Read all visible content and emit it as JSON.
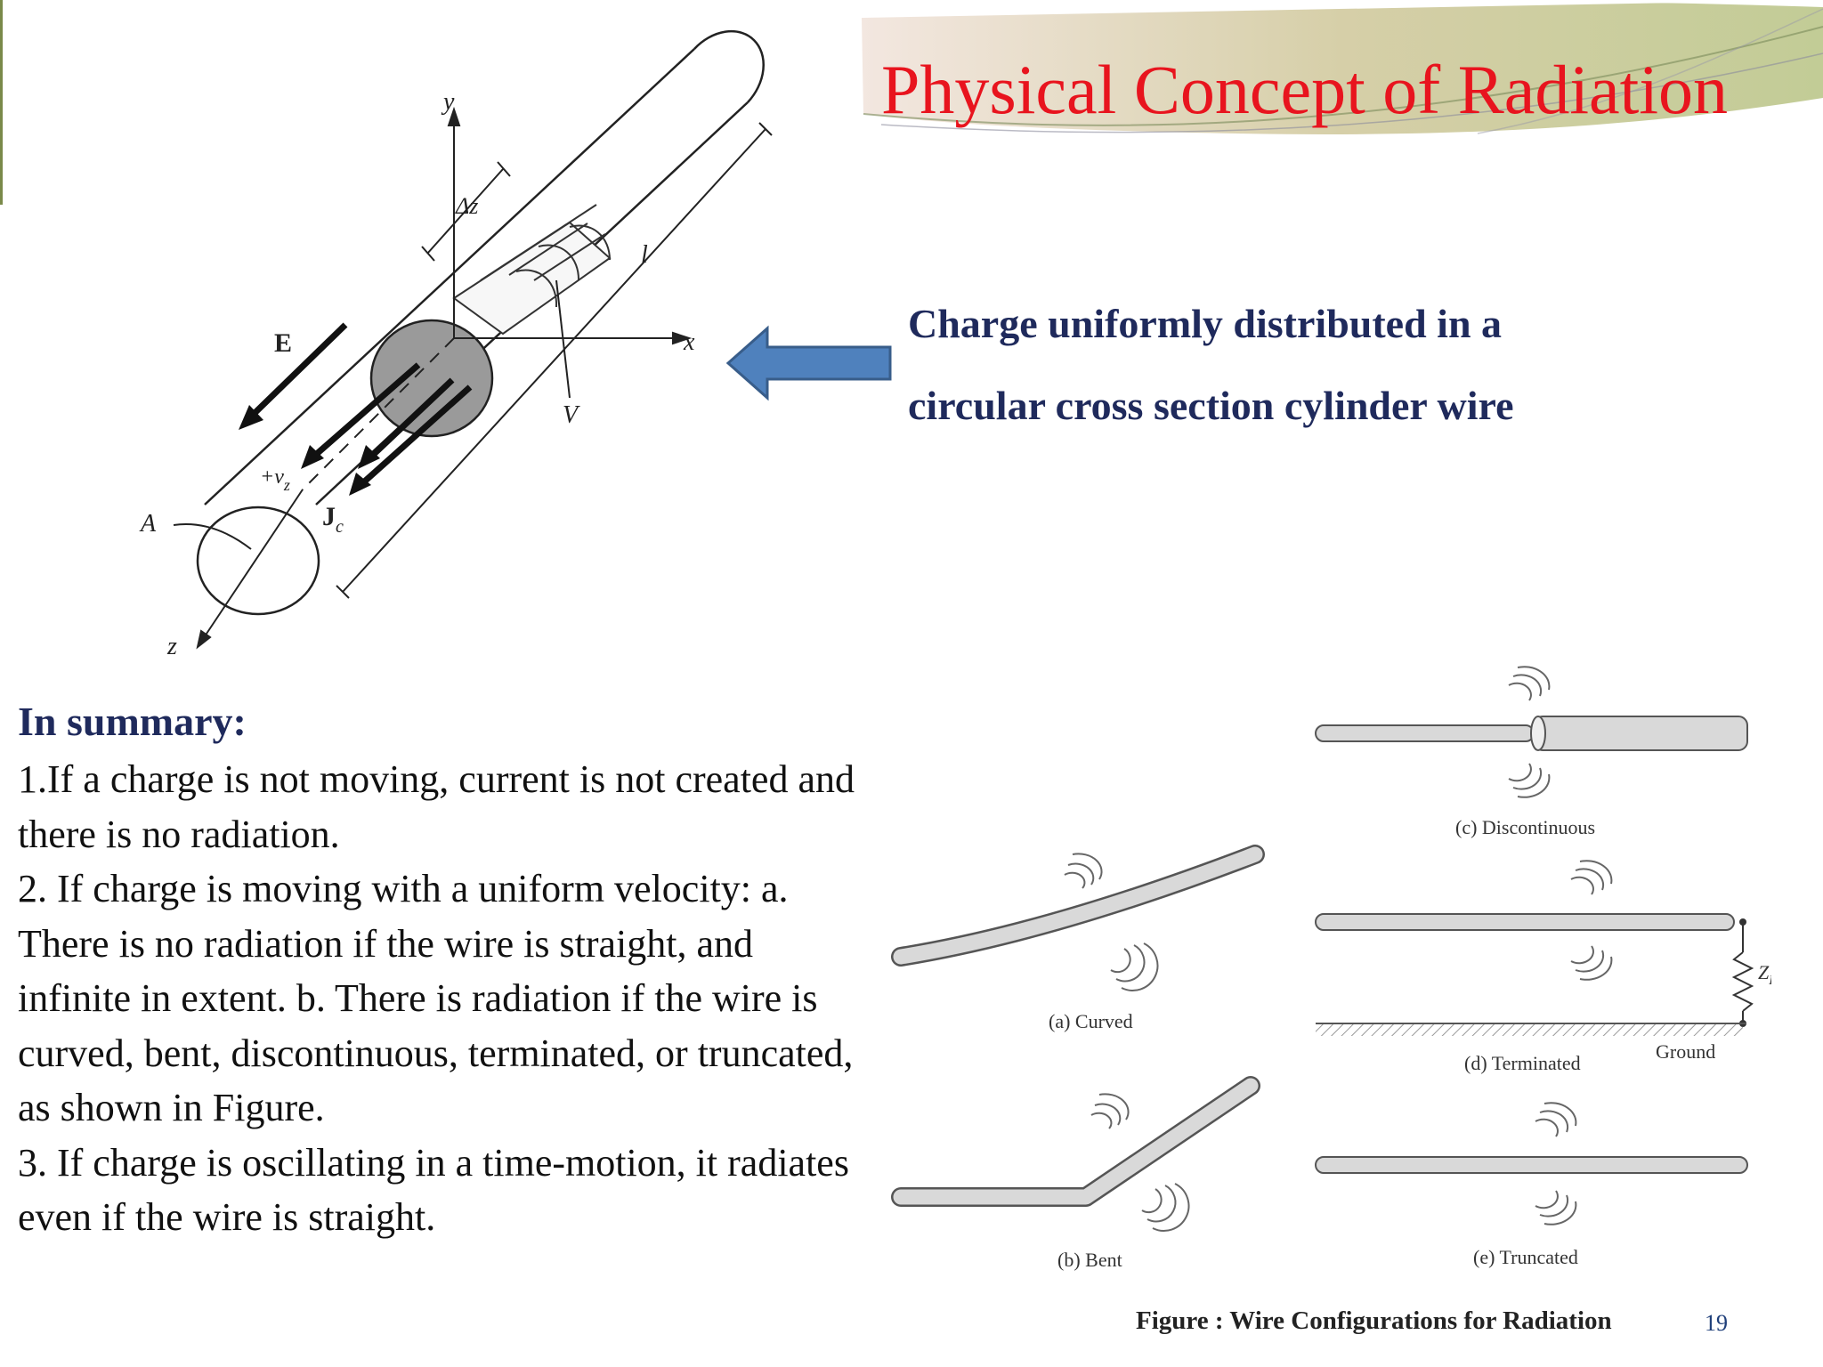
{
  "title": "Physical Concept of Radiation",
  "charge_description": {
    "line1": "Charge uniformly distributed in a",
    "line2": "circular cross section cylinder wire"
  },
  "cylinder_figure": {
    "labels": {
      "y": "y",
      "x": "x",
      "z": "z",
      "E": "E",
      "delta_z": "Δz",
      "l": "l",
      "V": "V",
      "A": "A",
      "v_z": "+v",
      "v_z_sub": "z",
      "J": "J",
      "J_sub": "c"
    }
  },
  "summary": {
    "heading": "In summary:",
    "items": [
      "1.If a charge is not moving, current is not created and there is no radiation.",
      "2. If charge is moving with a uniform velocity: a. There is no radiation if the wire is straight, and infinite in extent. b. There is radiation if the wire is curved, bent, discontinuous, terminated, or truncated, as shown in Figure.",
      "3. If charge is oscillating in a time-motion, it radiates even if the wire is straight."
    ]
  },
  "wire_figure": {
    "captions": {
      "curved": "(a) Curved",
      "bent": "(b) Bent",
      "discontinuous": "(c) Discontinuous",
      "terminated": "(d) Terminated",
      "truncated": "(e) Truncated"
    },
    "ground_label": "Ground",
    "load_label": "Z",
    "load_sub": "L",
    "figure_caption": "Figure : Wire Configurations for Radiation"
  },
  "page_number": "19",
  "colors": {
    "title": "#e8141e",
    "heading_text": "#1f2a5c",
    "arrow_fill": "#4f81bd",
    "arrow_stroke": "#385d8a",
    "banner": "#c7cf9f"
  }
}
